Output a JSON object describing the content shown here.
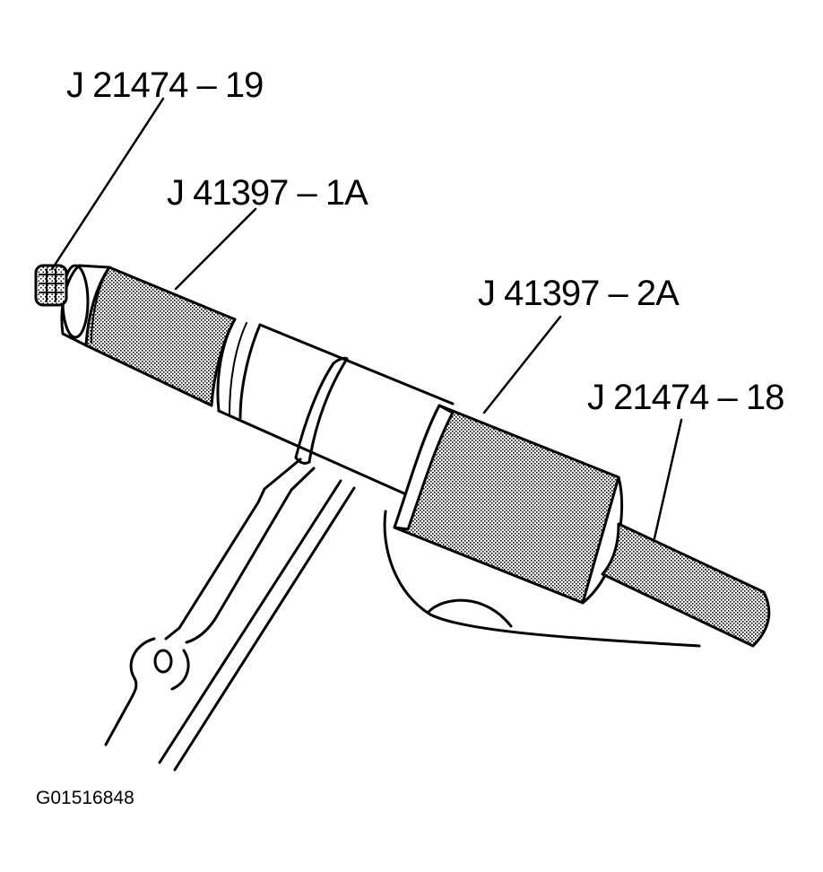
{
  "labels": {
    "tool_1": "J 21474 – 19",
    "tool_2": "J 41397 – 1A",
    "tool_3": "J 41397 – 2A",
    "tool_4": "J 21474 – 18"
  },
  "figure_code": "G01516848",
  "colors": {
    "ink": "#000000",
    "paper": "#ffffff",
    "stipple": "#9a9a9a"
  }
}
